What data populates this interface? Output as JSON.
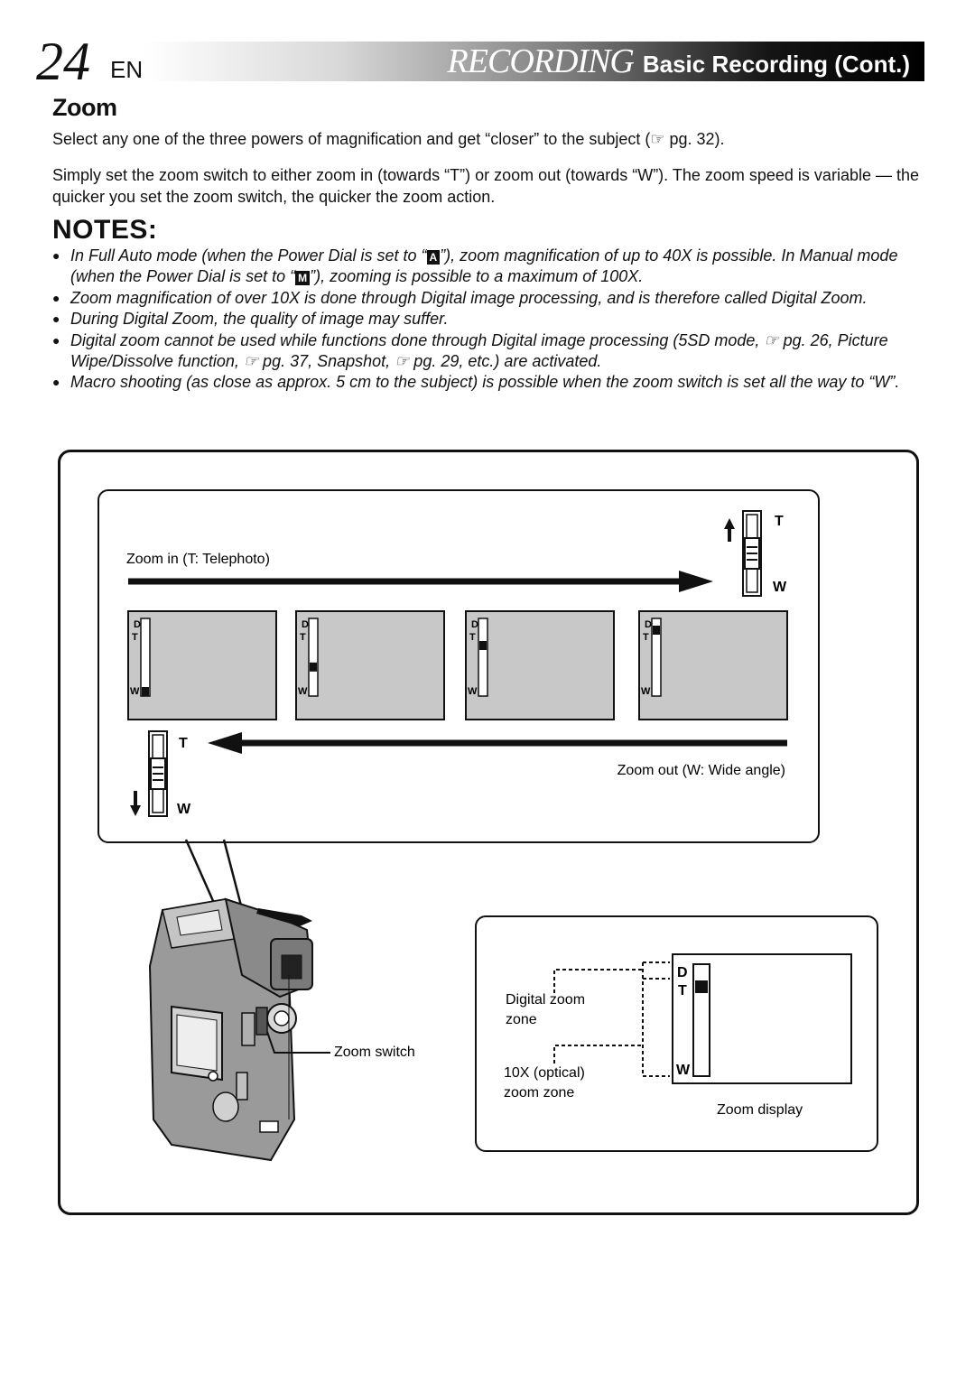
{
  "header": {
    "page_number": "24",
    "language": "EN",
    "section": "RECORDING",
    "subsection": "Basic Recording (Cont.)"
  },
  "title": "Zoom",
  "paragraphs": [
    "Select any one of the three powers of magnification and get “closer” to the subject (☞ pg. 32).",
    "Simply set the zoom switch to either zoom in (towards “T”) or zoom out (towards “W”). The zoom speed is variable — the quicker you set the zoom switch, the quicker the zoom action."
  ],
  "notes_heading": "NOTES:",
  "notes": {
    "n1_a": "In Full Auto mode (when the Power Dial is set to “",
    "n1_key1": "A",
    "n1_b": "”), zoom magnification of up to 40X is possible. In Manual mode (when the Power Dial is set to “",
    "n1_key2": "M",
    "n1_c": "”), zooming is possible to a maximum of 100X.",
    "n2": "Zoom magnification of over 10X is done through Digital image processing, and is therefore called Digital Zoom.",
    "n3": "During Digital Zoom, the quality of image may suffer.",
    "n4": "Digital zoom cannot be used while functions done through Digital image processing (5SD mode, ☞ pg. 26, Picture Wipe/Dissolve function, ☞ pg. 37, Snapshot, ☞ pg. 29, etc.) are activated.",
    "n5": "Macro shooting (as close as approx. 5 cm to the subject) is possible when the zoom switch is set all the way to “W”."
  },
  "diagram": {
    "zoom_in_label": "Zoom in (T: Telephoto)",
    "zoom_out_label": "Zoom out (W: Wide angle)",
    "t": "T",
    "w": "W",
    "d": "D",
    "zoom_switch_label": "Zoom switch",
    "digital_zoom_zone": [
      "Digital zoom",
      "zone"
    ],
    "optical_zoom_zone": [
      "10X (optical)",
      "zoom zone"
    ],
    "zoom_display_label": "Zoom display"
  },
  "frames": [
    {
      "zoom_level": 0.0
    },
    {
      "zoom_level": 0.4
    },
    {
      "zoom_level": 0.75
    },
    {
      "zoom_level": 1.0
    }
  ],
  "colors": {
    "ink": "#111111",
    "frame_bg": "#c8c8c8",
    "header_dark": "#000000"
  }
}
